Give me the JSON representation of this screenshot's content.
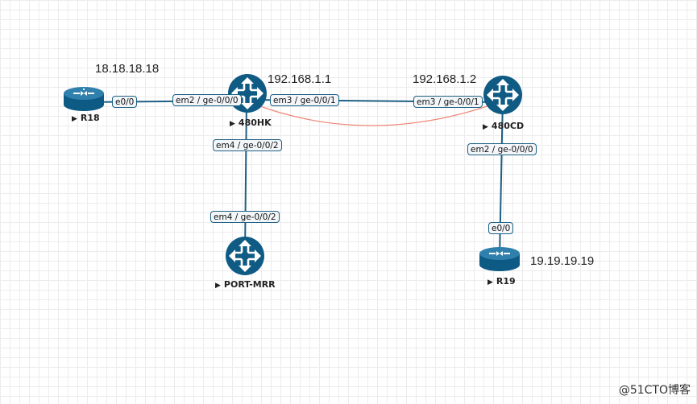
{
  "nodes": {
    "r18": {
      "name": "R18",
      "ip": "18.18.18.18",
      "icon": "router-icon"
    },
    "hk": {
      "name": "480HK",
      "ip": "192.168.1.1",
      "icon": "juniper-router-icon"
    },
    "cd": {
      "name": "480CD",
      "ip": "192.168.1.2",
      "icon": "juniper-router-icon"
    },
    "mrr": {
      "name": "PORT-MRR",
      "icon": "juniper-router-icon"
    },
    "r19": {
      "name": "R19",
      "ip": "19.19.19.19",
      "icon": "router-icon"
    }
  },
  "ports": {
    "r18_e0": "e0/0",
    "hk_em2": "em2 / ge-0/0/0",
    "hk_em3": "em3 / ge-0/0/1",
    "cd_em3": "em3 / ge-0/0/1",
    "hk_em4": "em4 / ge-0/0/2",
    "mrr_em4": "em4 / ge-0/0/2",
    "cd_em2": "em2 / ge-0/0/0",
    "r19_e0": "e0/0"
  },
  "colors": {
    "link": "#1d5f83",
    "highlight_link": "#f08a7a",
    "node_fill": "#0f5b84"
  },
  "watermark": "@51CTO博客"
}
